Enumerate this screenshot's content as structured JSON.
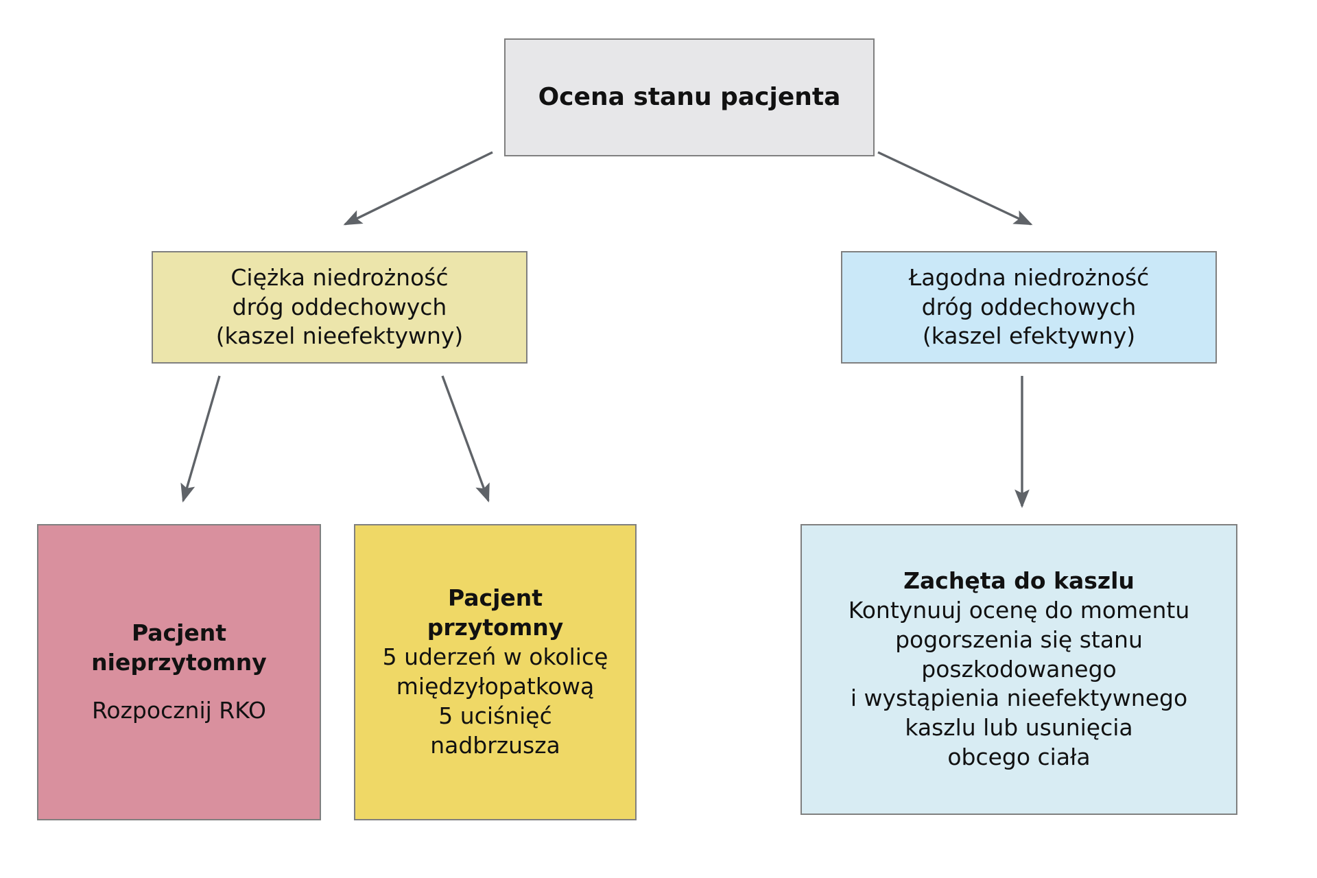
{
  "diagram": {
    "title": "Ocena stanu pacjenta",
    "language": "pl",
    "colors": {
      "root_fill": "#e7e7e9",
      "severe_fill": "#ece5ab",
      "mild_fill": "#cae8f8",
      "unconscious_fill": "#d9909e",
      "conscious_fill": "#efd866",
      "cough_fill": "#d8ecf3",
      "border": "#7f7f7f",
      "arrow": "#5f6368",
      "text": "#111111"
    },
    "nodes": {
      "root": {
        "id": "ocena-stanu-pacjenta",
        "lines": [
          "Ocena stanu pacjenta"
        ],
        "bold": [
          true
        ]
      },
      "severe": {
        "id": "ciezka-niedroznosc",
        "lines": [
          "Ciężka niedrożność",
          "dróg oddechowych",
          "(kaszel nieefektywny)"
        ],
        "bold": [
          false,
          false,
          false
        ]
      },
      "mild": {
        "id": "lagodna-niedroznosc",
        "lines": [
          "Łagodna niedrożność",
          "dróg oddechowych",
          "(kaszel efektywny)"
        ],
        "bold": [
          false,
          false,
          false
        ]
      },
      "unconscious": {
        "id": "pacjent-nieprzytomny",
        "lines": [
          "Pacjent",
          "nieprzytomny",
          "",
          "Rozpocznij RKO"
        ],
        "bold": [
          true,
          true,
          false,
          false
        ]
      },
      "conscious": {
        "id": "pacjent-przytomny",
        "lines": [
          "Pacjent",
          "przytomny",
          "5 uderzeń w okolicę",
          "międzyłopatkową",
          "5 uciśnięć",
          "nadbrzusza"
        ],
        "bold": [
          true,
          true,
          false,
          false,
          false,
          false
        ]
      },
      "cough": {
        "id": "zacheta-do-kaszlu",
        "lines": [
          "Zachęta do kaszlu",
          "Kontynuuj ocenę do momentu",
          "pogorszenia się stanu",
          "poszkodowanego",
          "i wystąpienia nieefektywnego",
          "kaszlu lub usunięcia",
          "obcego ciała"
        ],
        "bold": [
          true,
          false,
          false,
          false,
          false,
          false,
          false
        ]
      }
    },
    "edges": [
      {
        "id": "root-to-severe",
        "from": "root",
        "to": "severe"
      },
      {
        "id": "root-to-mild",
        "from": "root",
        "to": "mild"
      },
      {
        "id": "severe-to-unconscious",
        "from": "severe",
        "to": "unconscious"
      },
      {
        "id": "severe-to-conscious",
        "from": "severe",
        "to": "conscious"
      },
      {
        "id": "mild-to-cough",
        "from": "mild",
        "to": "cough"
      }
    ]
  }
}
